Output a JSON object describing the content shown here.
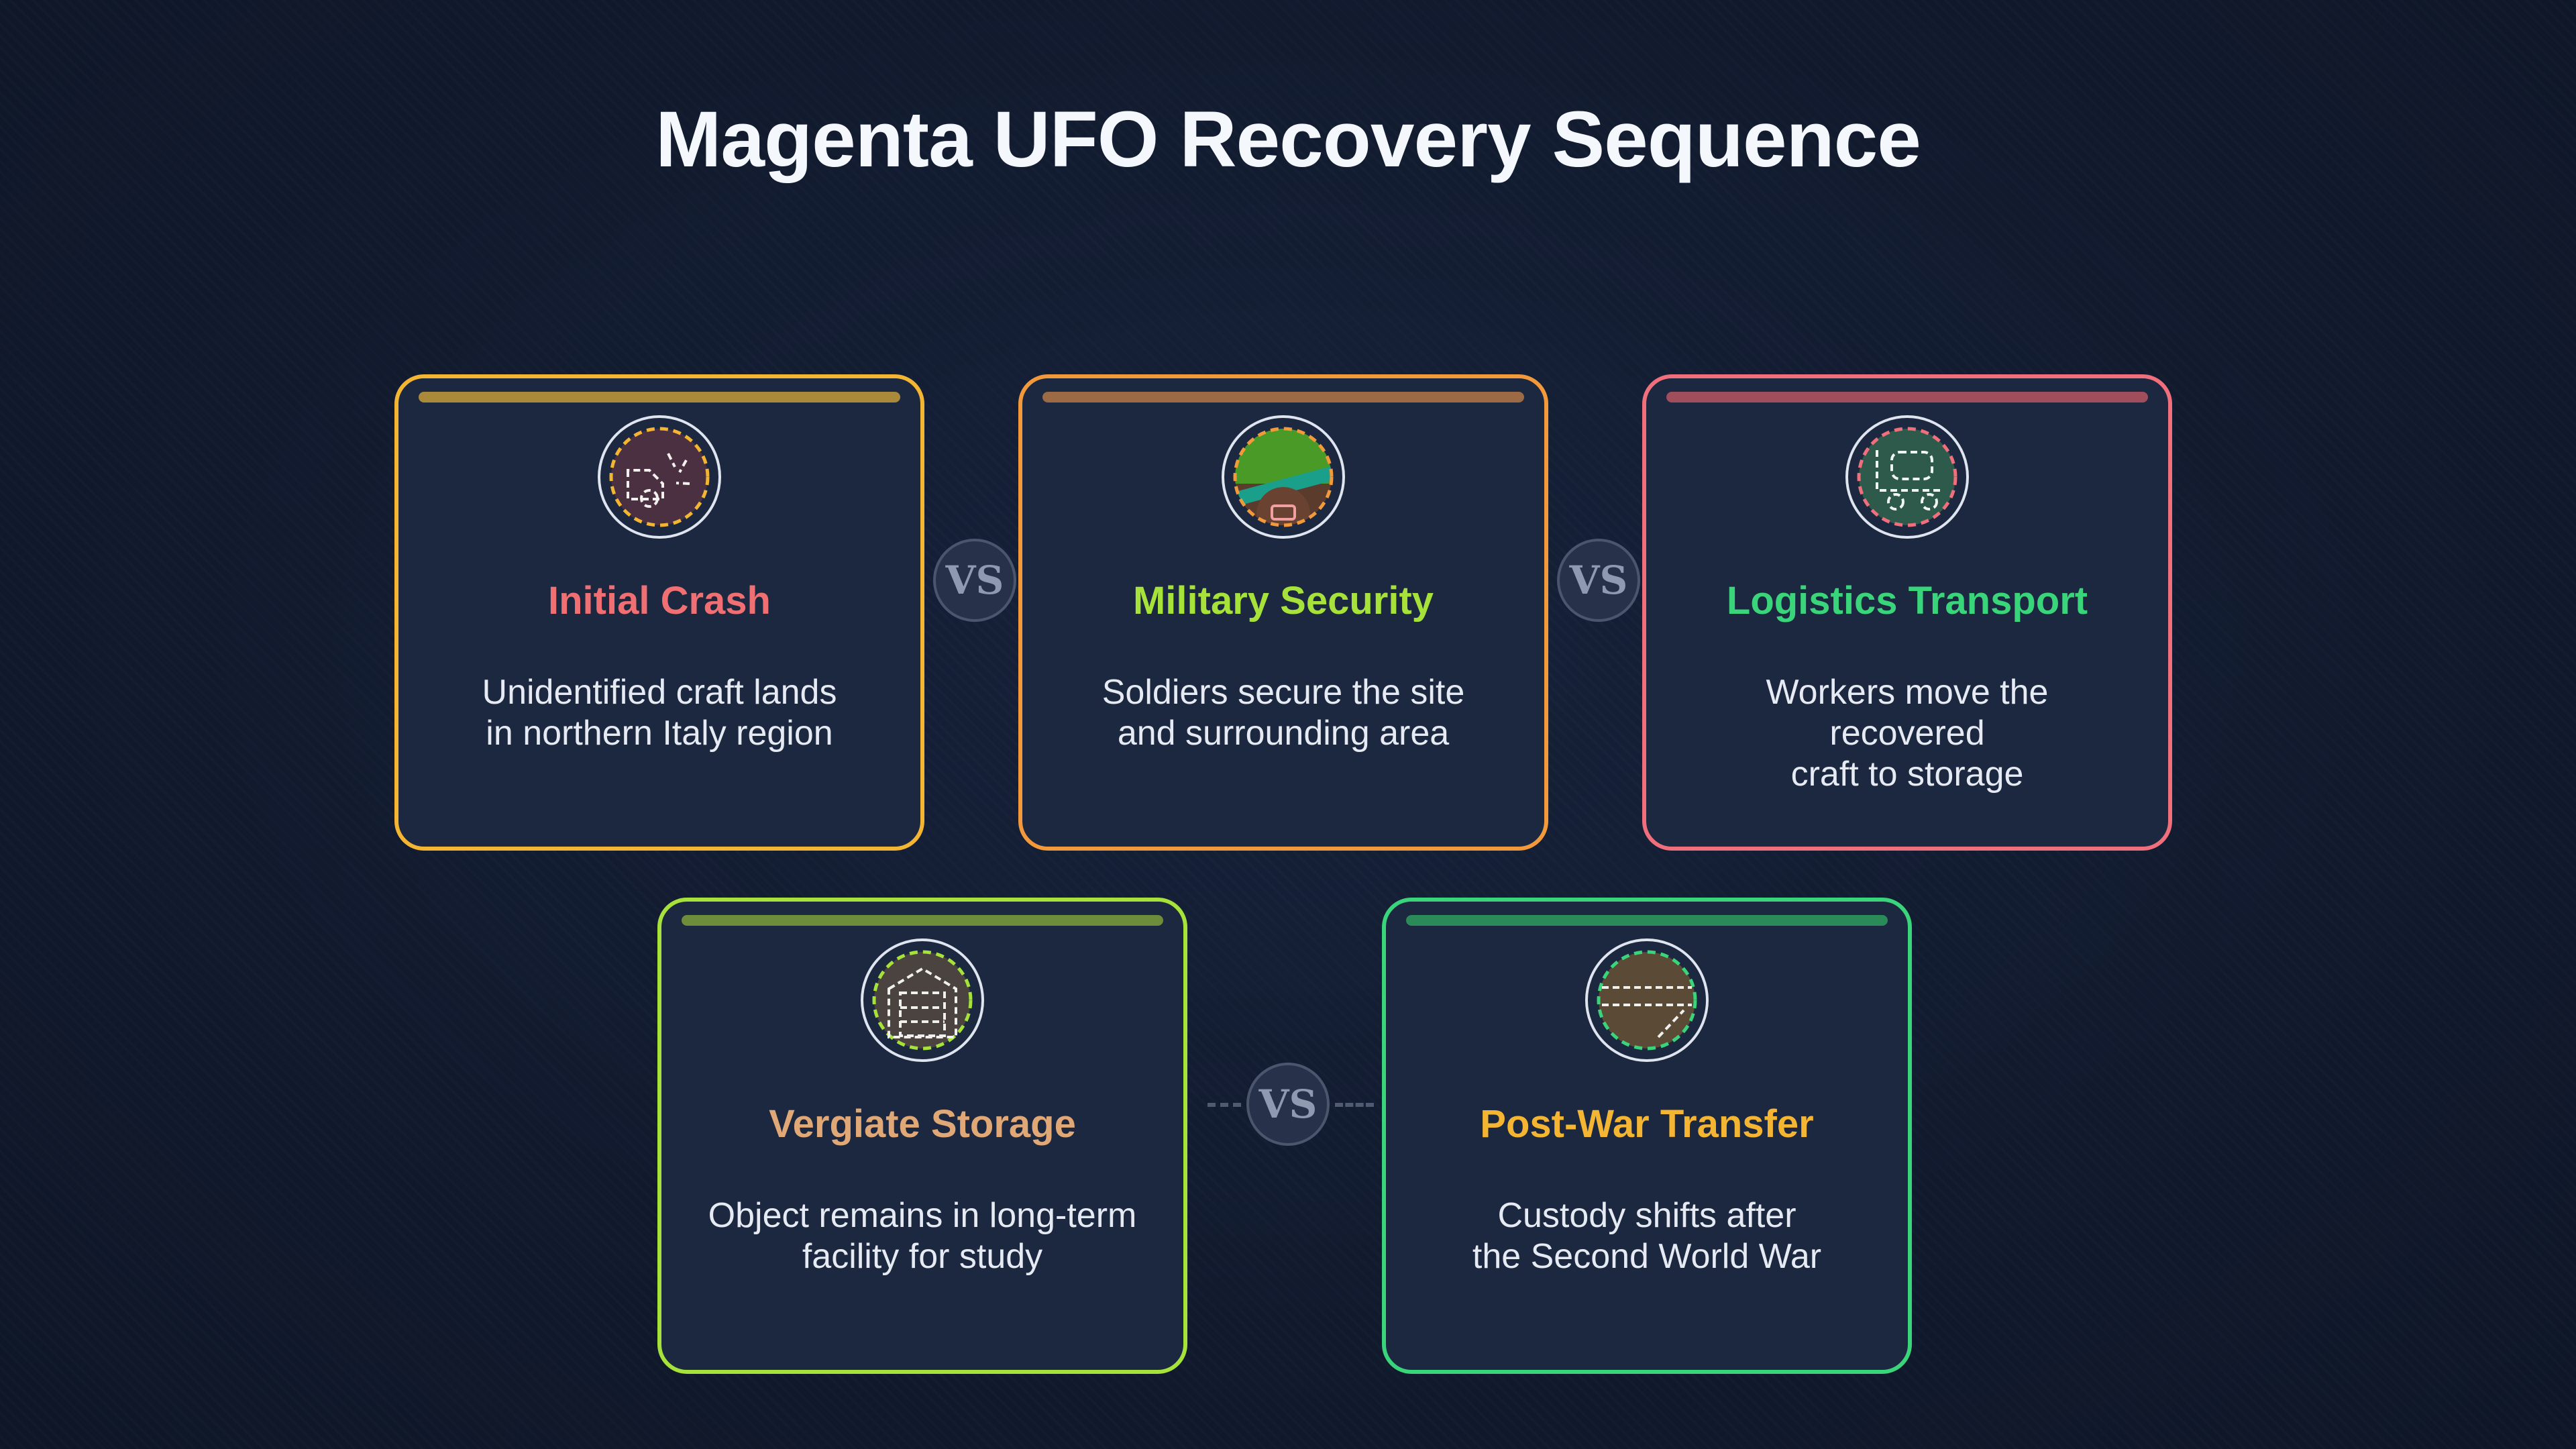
{
  "title": "Magenta UFO Recovery Sequence",
  "connector_label": "VS",
  "cards": [
    {
      "name": "Initial Crash",
      "description_lines": [
        "Unidentified craft lands",
        "in northern Italy region"
      ],
      "icon": "crash-icon",
      "border_color": "#f4b532",
      "bar_color": "#a88a3a",
      "name_color": "#f06f73",
      "icon_bg": "#4a3040",
      "icon_ring": "#f4b532"
    },
    {
      "name": "Military Security",
      "description_lines": [
        "Soldiers secure the site",
        "and surrounding area"
      ],
      "icon": "soldier-helmet-icon",
      "border_color": "#f29a3b",
      "bar_color": "#9c6a44",
      "name_color": "#a6e23a",
      "icon_bg": "#5a3b2c",
      "icon_ring": "#f29a3b"
    },
    {
      "name": "Logistics Transport",
      "description_lines": [
        "Workers move the recovered",
        "craft to storage"
      ],
      "icon": "cart-icon",
      "border_color": "#f06f7c",
      "bar_color": "#a04d5c",
      "name_color": "#3ad47a",
      "icon_bg": "#2d5a4a",
      "icon_ring": "#f06f7c"
    },
    {
      "name": "Vergiate Storage",
      "description_lines": [
        "Object remains in long-term",
        "facility for study"
      ],
      "icon": "warehouse-icon",
      "border_color": "#a6e23a",
      "bar_color": "#6e8d3a",
      "name_color": "#e0a877",
      "icon_bg": "#4a4340",
      "icon_ring": "#a6e23a"
    },
    {
      "name": "Post-War Transfer",
      "description_lines": [
        "Custody shifts after",
        "the Second World War"
      ],
      "icon": "handover-icon",
      "border_color": "#3ad47a",
      "bar_color": "#2a8a58",
      "name_color": "#f4b532",
      "icon_bg": "#5a4a36",
      "icon_ring": "#3ad47a"
    }
  ]
}
